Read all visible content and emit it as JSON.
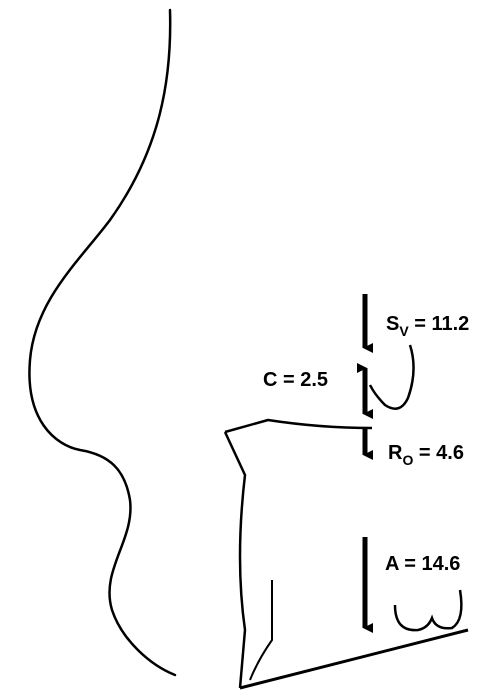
{
  "labels": {
    "sv": {
      "main": "S",
      "sub": "V",
      "value": " = 11.2"
    },
    "c": {
      "text": "C = 2.5"
    },
    "ro": {
      "main": "R",
      "sub": "O",
      "value": " = 4.6"
    },
    "a": {
      "text": "A = 14.6"
    }
  },
  "colors": {
    "stroke": "#000000",
    "background": "#ffffff"
  }
}
